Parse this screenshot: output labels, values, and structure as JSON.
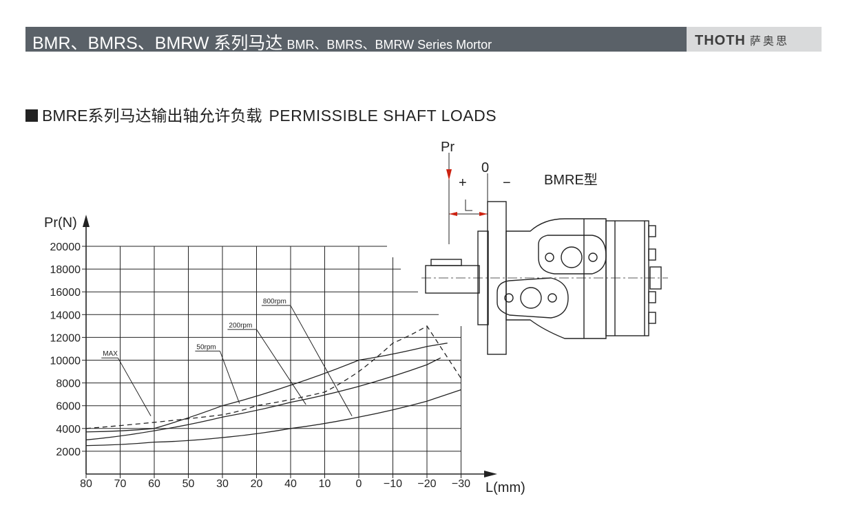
{
  "header": {
    "title_cn": "BMR、BMRS、BMRW 系列马达",
    "title_en": "BMR、BMRS、BMRW Series Mortor",
    "brand": "THOTH",
    "brand_cn": "萨奥思"
  },
  "section": {
    "title_cn": "BMRE系列马达输出轴允许负载",
    "title_en": "PERMISSIBLE SHAFT LOADS"
  },
  "diagram": {
    "pr_label": "Pr",
    "zero_label": "0",
    "plus_label": "+",
    "minus_label": "−",
    "l_label": "L",
    "model_label": "BMRE型"
  },
  "chart_data": {
    "type": "line",
    "ylabel": "Pr(N)",
    "xlabel": "L(mm)",
    "x_tick_labels": [
      "80",
      "70",
      "60",
      "50",
      "30",
      "20",
      "40",
      "10",
      "0",
      "−10",
      "−20",
      "−30"
    ],
    "y_ticks": [
      2000,
      4000,
      6000,
      8000,
      10000,
      12000,
      14000,
      16000,
      18000,
      20000
    ],
    "ylim": [
      0,
      20000
    ],
    "xlim_labels": [
      "80",
      "−30"
    ],
    "series": [
      {
        "name": "MAX",
        "style": "dashed",
        "points": [
          [
            0,
            4000
          ],
          [
            4,
            5200
          ],
          [
            5,
            6000
          ],
          [
            7,
            7200
          ],
          [
            8,
            9000
          ],
          [
            9,
            11500
          ],
          [
            10,
            13000
          ],
          [
            11,
            8400
          ]
        ]
      },
      {
        "name": "50rpm",
        "style": "solid",
        "points": [
          [
            0,
            3700
          ],
          [
            2,
            4000
          ],
          [
            4,
            6000
          ],
          [
            6,
            7800
          ],
          [
            8,
            10000
          ],
          [
            10,
            11200
          ],
          [
            10.6,
            11500
          ]
        ]
      },
      {
        "name": "200rpm",
        "style": "solid",
        "points": [
          [
            0,
            3000
          ],
          [
            2,
            3800
          ],
          [
            4,
            5000
          ],
          [
            6,
            6300
          ],
          [
            8,
            7700
          ],
          [
            10,
            9600
          ],
          [
            10.4,
            10200
          ]
        ]
      },
      {
        "name": "800rpm",
        "style": "solid",
        "points": [
          [
            0,
            2500
          ],
          [
            2,
            2800
          ],
          [
            4,
            3200
          ],
          [
            6,
            4000
          ],
          [
            8,
            5000
          ],
          [
            10,
            6400
          ],
          [
            11,
            7400
          ]
        ]
      }
    ]
  }
}
